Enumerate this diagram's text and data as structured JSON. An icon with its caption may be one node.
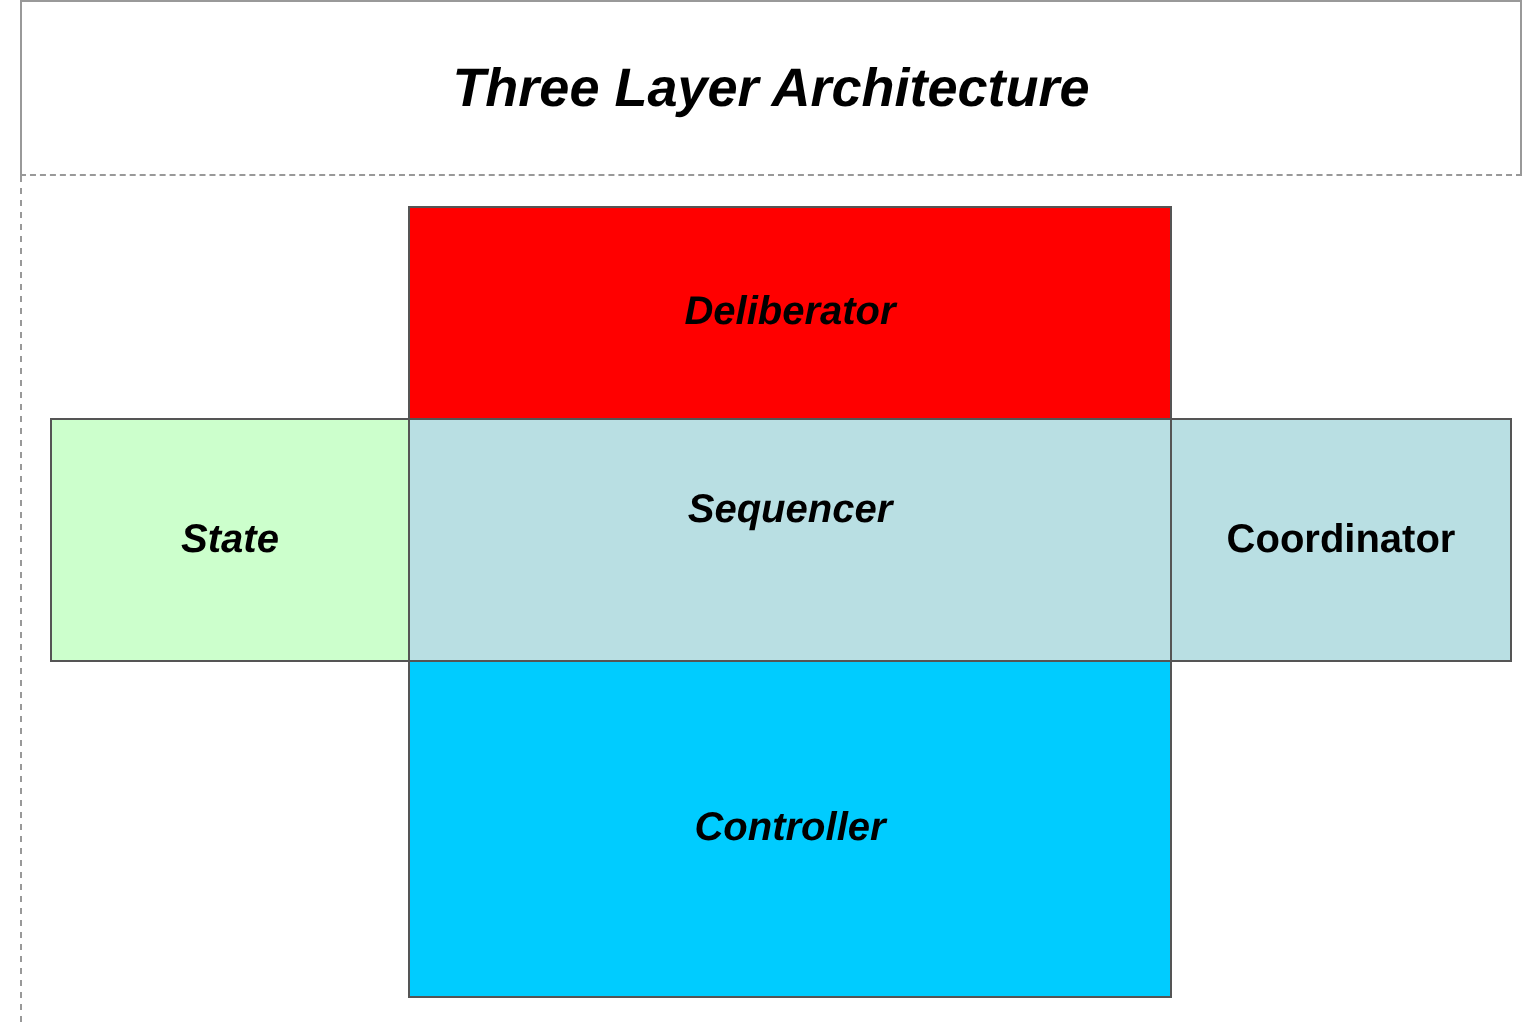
{
  "diagram": {
    "title": "Three Layer Architecture",
    "nodes": [
      {
        "text": [
          "Deliberator"
        ]
      },
      {
        "text": [
          "State"
        ]
      },
      {
        "text": [
          "Sequencer"
        ]
      },
      {
        "text": [
          "Coordinator"
        ]
      },
      {
        "text": [
          "Controller"
        ]
      }
    ]
  }
}
